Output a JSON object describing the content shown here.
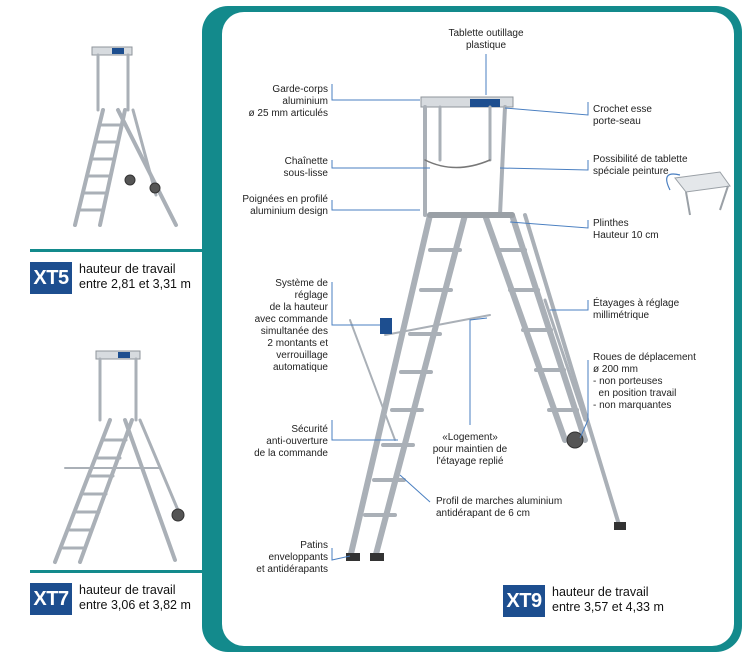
{
  "models": [
    {
      "code": "XT5",
      "line1": "hauteur de travail",
      "line2": "entre 2,81 et 3,31 m"
    },
    {
      "code": "XT7",
      "line1": "hauteur de travail",
      "line2": "entre 3,06 et 3,82 m"
    },
    {
      "code": "XT9",
      "line1": "hauteur de travail",
      "line2": "entre 3,57 et 4,33 m"
    }
  ],
  "labels": {
    "tablette": [
      "Tablette outillage",
      "plastique"
    ],
    "garde_corps": [
      "Garde-corps",
      "aluminium",
      "ø 25 mm articulés"
    ],
    "chainette": [
      "Chaînette",
      "sous-lisse"
    ],
    "poignees": [
      "Poignées en profilé",
      "aluminium design"
    ],
    "systeme": [
      "Système de",
      "réglage",
      "de la hauteur",
      "avec commande",
      "simultanée des",
      "2 montants et",
      "verrouillage",
      "automatique"
    ],
    "securite": [
      "Sécurité",
      "anti-ouverture",
      "de la commande"
    ],
    "patins": [
      "Patins",
      "enveloppants",
      "et antidérapants"
    ],
    "crochet": [
      "Crochet esse",
      "porte-seau"
    ],
    "possibilite": [
      "Possibilité de tablette",
      "spéciale peinture"
    ],
    "plinthes": [
      "Plinthes",
      "Hauteur 10 cm"
    ],
    "etayages": [
      "Étayages à réglage",
      "millimétrique"
    ],
    "roues": [
      "Roues de déplacement",
      "ø 200 mm",
      "- non porteuses",
      "  en position travail",
      "- non marquantes"
    ],
    "logement": [
      "«Logement»",
      "pour maintien de",
      "l'étayage replié"
    ],
    "profil": [
      "Profil de marches aluminium",
      "antidérapant de 6 cm"
    ]
  },
  "colors": {
    "teal": "#138a8c",
    "badge_blue": "#1d4e8f",
    "leader_blue": "#4a7fc1",
    "metal": "#b9bec4"
  }
}
